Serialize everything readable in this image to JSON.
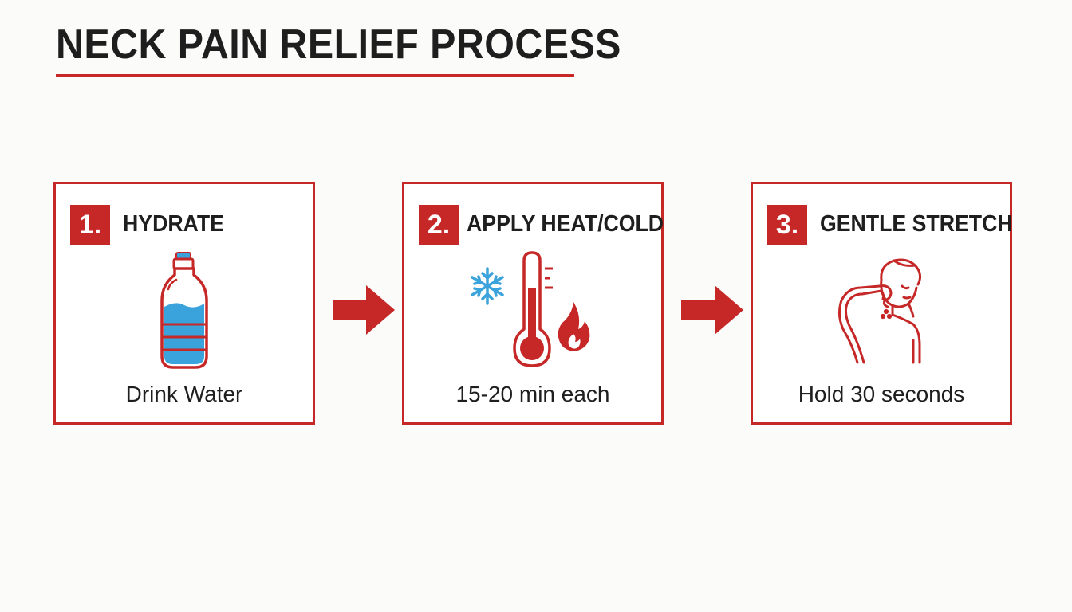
{
  "title": "NECK PAIN RELIEF PROCESS",
  "colors": {
    "accent": "#c62828",
    "water": "#3aa3dc",
    "snowflake": "#3aa3dc",
    "text": "#1e1e1e"
  },
  "steps": [
    {
      "number": "1.",
      "label": "HYDRATE",
      "icon": "water-bottle-icon",
      "caption": "Drink Water"
    },
    {
      "number": "2.",
      "label": "APPLY HEAT/COLD",
      "icon": "thermometer-snowflake-flame-icon",
      "caption": "15-20 min each"
    },
    {
      "number": "3.",
      "label": "GENTLE STRETCH",
      "icon": "neck-stretch-person-icon",
      "caption": "Hold 30 seconds"
    }
  ],
  "connectors": [
    "arrow-right-icon",
    "arrow-right-icon"
  ]
}
